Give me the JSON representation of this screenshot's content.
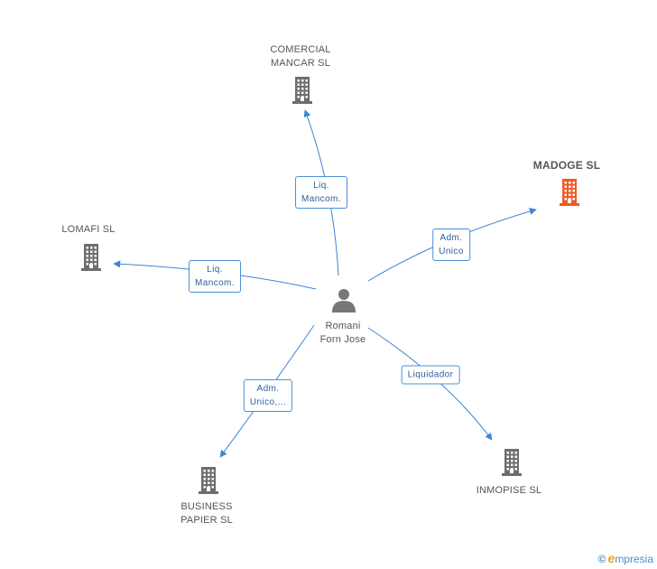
{
  "person": {
    "name": "Romani\nForn Jose",
    "icon": "person-icon"
  },
  "companies": [
    {
      "id": "comercial",
      "name": "COMERCIAL\nMANCAR SL",
      "icon": "building-icon",
      "highlight": false
    },
    {
      "id": "madoge",
      "name": "MADOGE SL",
      "icon": "building-icon",
      "highlight": true
    },
    {
      "id": "lomafi",
      "name": "LOMAFI SL",
      "icon": "building-icon",
      "highlight": false
    },
    {
      "id": "business",
      "name": "BUSINESS\nPAPIER SL",
      "icon": "building-icon",
      "highlight": false
    },
    {
      "id": "inmopise",
      "name": "INMOPISE SL",
      "icon": "building-icon",
      "highlight": false
    }
  ],
  "relations": [
    {
      "to": "comercial",
      "label": "Liq.\nMancom."
    },
    {
      "to": "madoge",
      "label": "Adm.\nUnico"
    },
    {
      "to": "lomafi",
      "label": "Liq.\nMancom."
    },
    {
      "to": "business",
      "label": "Adm.\nUnico,..."
    },
    {
      "to": "inmopise",
      "label": "Liquidador"
    }
  ],
  "colors": {
    "edge": "#3c86d6",
    "building": "#6e6e6e",
    "building_highlight": "#f05a28",
    "person": "#777777"
  },
  "brand": {
    "copyright": "©",
    "initial": "e",
    "name": "mpresia"
  }
}
